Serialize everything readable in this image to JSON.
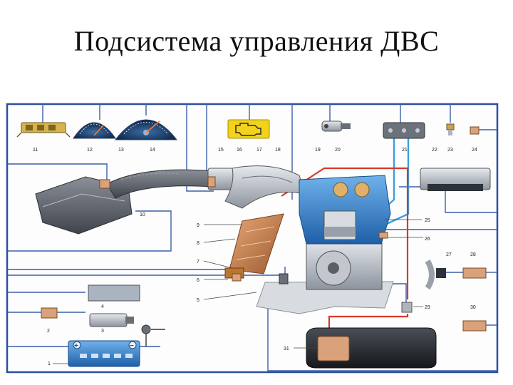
{
  "slide": {
    "title": "Подсистема управления ДВС"
  },
  "diagram": {
    "callouts": {
      "n1": "1",
      "n2": "2",
      "n3": "3",
      "n4": "4",
      "n5": "5",
      "n6": "6",
      "n7": "7",
      "n8": "8",
      "n9": "9",
      "n10": "10",
      "n11": "11",
      "n12": "12",
      "n13": "13",
      "n14": "14",
      "n15": "15",
      "n16": "16",
      "n17": "17",
      "n18": "18",
      "n19": "19",
      "n20": "20",
      "n21": "21",
      "n22": "22",
      "n23": "23",
      "n24": "24",
      "n25": "25",
      "n26": "26",
      "n27": "27",
      "n28": "28",
      "n29": "29",
      "n30": "30",
      "n31": "31"
    },
    "battery_plus": "+",
    "battery_minus": "−"
  },
  "colors": {
    "frame": "#2b4f9e",
    "signal_line": "#3d5fa8",
    "fuel_line": "#d83a2a",
    "coolant_line": "#3aa0e0",
    "warning_lamp": "#f2d21b",
    "catalyst": "#c9824f",
    "sensor_body": "#d9a27a"
  }
}
